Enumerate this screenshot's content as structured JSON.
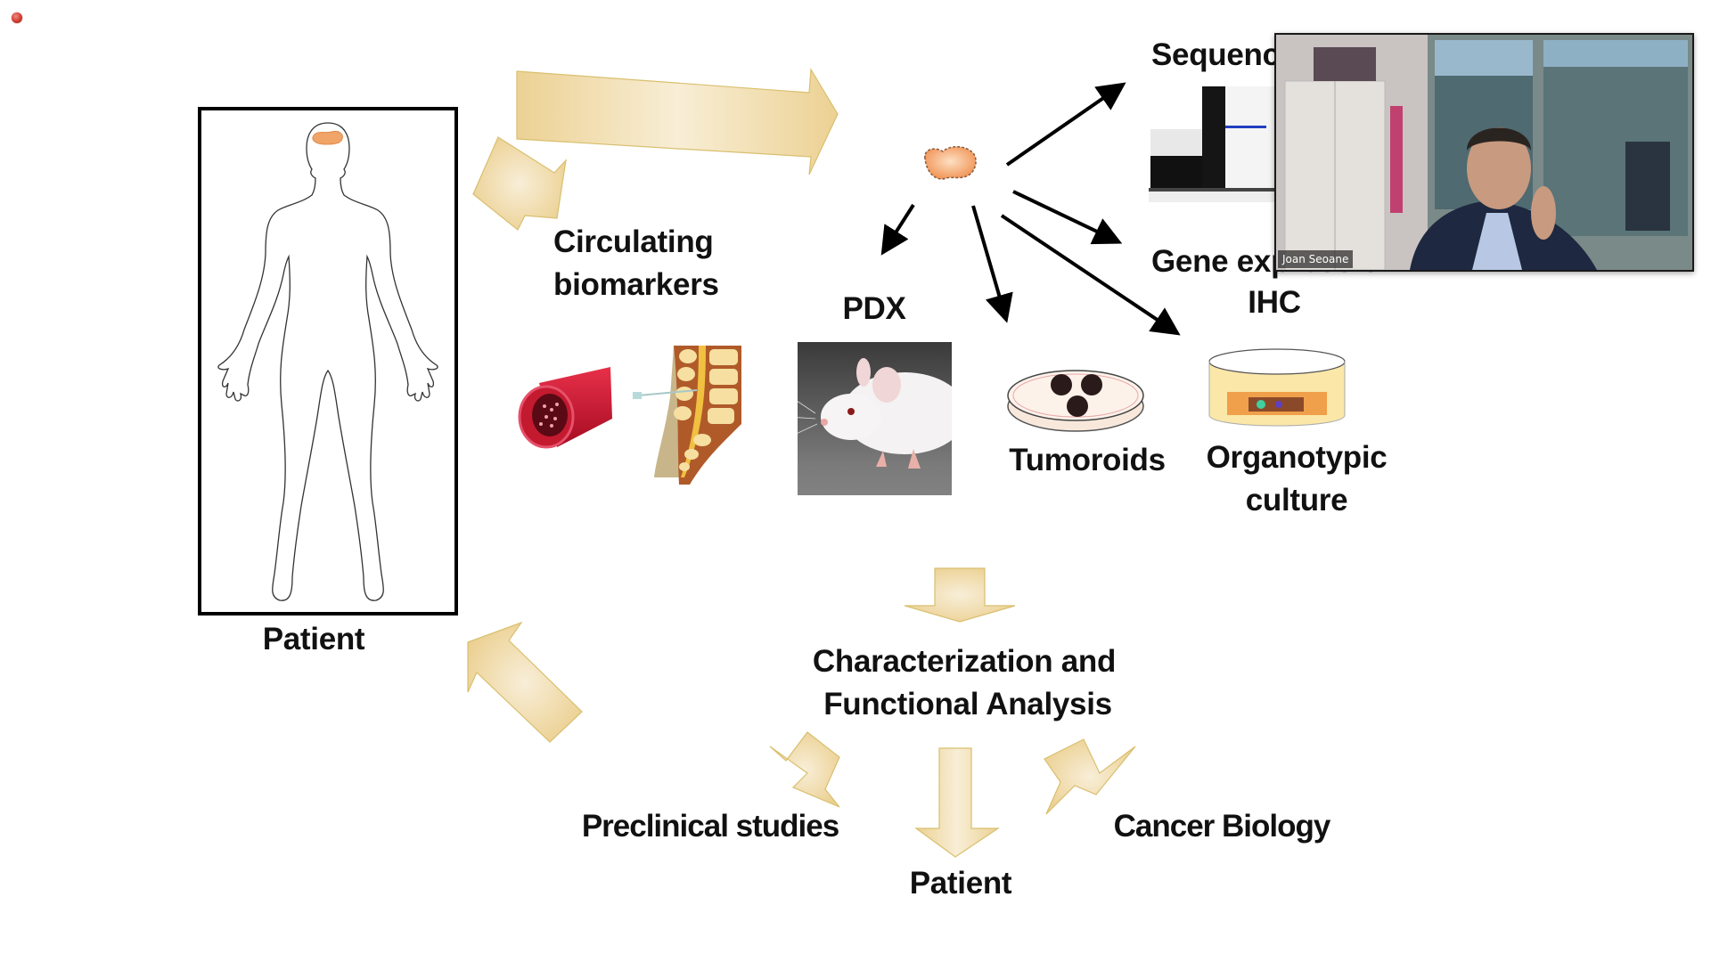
{
  "window": {
    "recording_indicator": "recording-dot"
  },
  "slide": {
    "patient_label": "Patient",
    "circulating_line1": "Circulating",
    "circulating_line2": "biomarkers",
    "pdx_label": "PDX",
    "sequencing_label": "Sequencing",
    "gene_expression_label": "Gene expression",
    "ihc_label": "IHC",
    "tumoroids_label": "Tumoroids",
    "organotypic_line1": "Organotypic",
    "organotypic_line2": "culture",
    "characterization_line1": "Characterization and",
    "characterization_line2": "Functional Analysis",
    "preclinical_label": "Preclinical studies",
    "patient_bottom_label": "Patient",
    "cancer_biology_label": "Cancer Biology",
    "colors": {
      "arrow_fill": "#f0dca8",
      "arrow_edge": "#d9bf6e",
      "tumor": "#f2a66a",
      "vessel": "#c8102e"
    }
  },
  "video_overlay": {
    "participant_name": "Joan Seoane"
  }
}
